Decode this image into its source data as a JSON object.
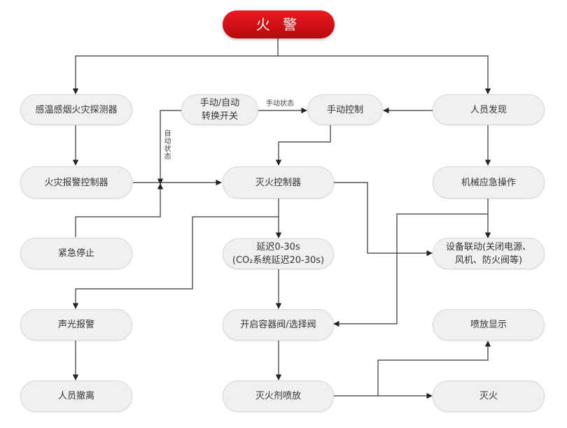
{
  "diagram": {
    "root": "火 警",
    "nodes": {
      "detector": "感温感烟火灾探测器",
      "switch": "手动/自动\n转换开关",
      "manual_control": "手动控制",
      "person_found": "人员发现",
      "alarm_controller": "火灾报警控制器",
      "extinguish_controller": "灭火控制器",
      "mechanical_emergency": "机械应急操作",
      "emergency_stop": "紧急停止",
      "delay": "延迟0-30s\n(CO₂系统延迟20-30s)",
      "linkage": "设备联动(关闭电源、\n风机、防火阀等)",
      "sound_light_alarm": "声光报警",
      "open_valve": "开启容器阀/选择阀",
      "release_display": "喷放显示",
      "evacuation": "人员撤离",
      "agent_release": "灭火剂喷放",
      "fire_out": "灭火"
    },
    "edge_labels": {
      "manual_state": "手动状态",
      "auto_state": "自动状态"
    }
  }
}
